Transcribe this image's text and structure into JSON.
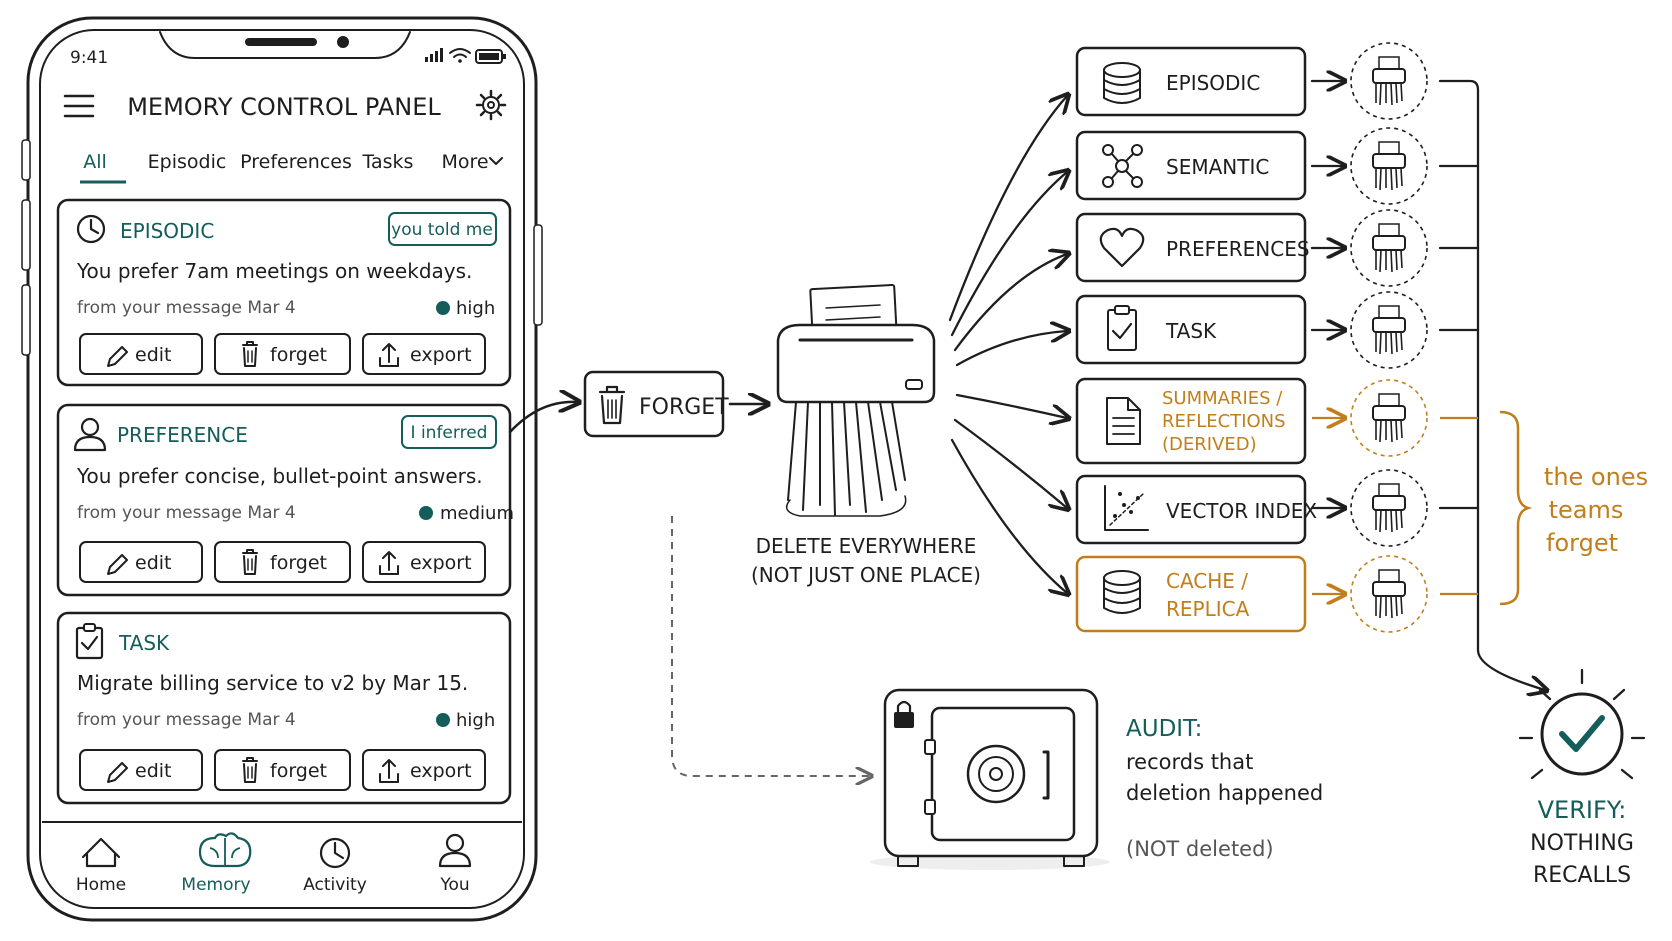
{
  "phone": {
    "status_time": "9:41",
    "title": "MEMORY CONTROL PANEL",
    "tabs": [
      "All",
      "Episodic",
      "Preferences",
      "Tasks",
      "More"
    ],
    "cards": [
      {
        "type": "EPISODIC",
        "badge": "you told me",
        "text": "You prefer 7am meetings on weekdays.",
        "source": "from your message Mar 4",
        "confidence": "high",
        "actions": [
          "edit",
          "forget",
          "export"
        ]
      },
      {
        "type": "PREFERENCE",
        "badge": "I inferred",
        "text": "You prefer concise, bullet-point answers.",
        "source": "from your message Mar 4",
        "confidence": "medium",
        "actions": [
          "edit",
          "forget",
          "export"
        ]
      },
      {
        "type": "TASK",
        "badge": "",
        "text": "Migrate billing service to v2 by Mar 15.",
        "source": "from your message Mar 4",
        "confidence": "high",
        "actions": [
          "edit",
          "forget",
          "export"
        ]
      }
    ],
    "nav": [
      "Home",
      "Memory",
      "Activity",
      "You"
    ]
  },
  "flow": {
    "forget_label": "FORGET",
    "shredder_caption": [
      "DELETE EVERYWHERE",
      "(NOT JUST ONE PLACE)"
    ],
    "stores": [
      {
        "label": "EPISODIC",
        "icon": "database-icon",
        "highlight": false
      },
      {
        "label": "SEMANTIC",
        "icon": "graph-nodes-icon",
        "highlight": false
      },
      {
        "label": "PREFERENCES",
        "icon": "heart-icon",
        "highlight": false
      },
      {
        "label": "TASK",
        "icon": "clipboard-check-icon",
        "highlight": false
      },
      {
        "label": "SUMMARIES / REFLECTIONS (DERIVED)",
        "icon": "document-icon",
        "highlight": true
      },
      {
        "label": "VECTOR INDEX",
        "icon": "scatter-plot-icon",
        "highlight": false
      },
      {
        "label": "CACHE / REPLICA",
        "icon": "database-icon",
        "highlight": true
      }
    ],
    "forgotten_note": [
      "the ones",
      "teams",
      "forget"
    ],
    "audit": {
      "title": "AUDIT:",
      "lines": [
        "records that",
        "deletion happened"
      ],
      "note": "(NOT deleted)"
    },
    "verify": {
      "title": "VERIFY:",
      "lines": [
        "NOTHING",
        "RECALLS"
      ]
    }
  },
  "colors": {
    "ink": "#1e1e1e",
    "teal": "#145d5a",
    "orange": "#c17f1c",
    "muted": "#555555"
  }
}
